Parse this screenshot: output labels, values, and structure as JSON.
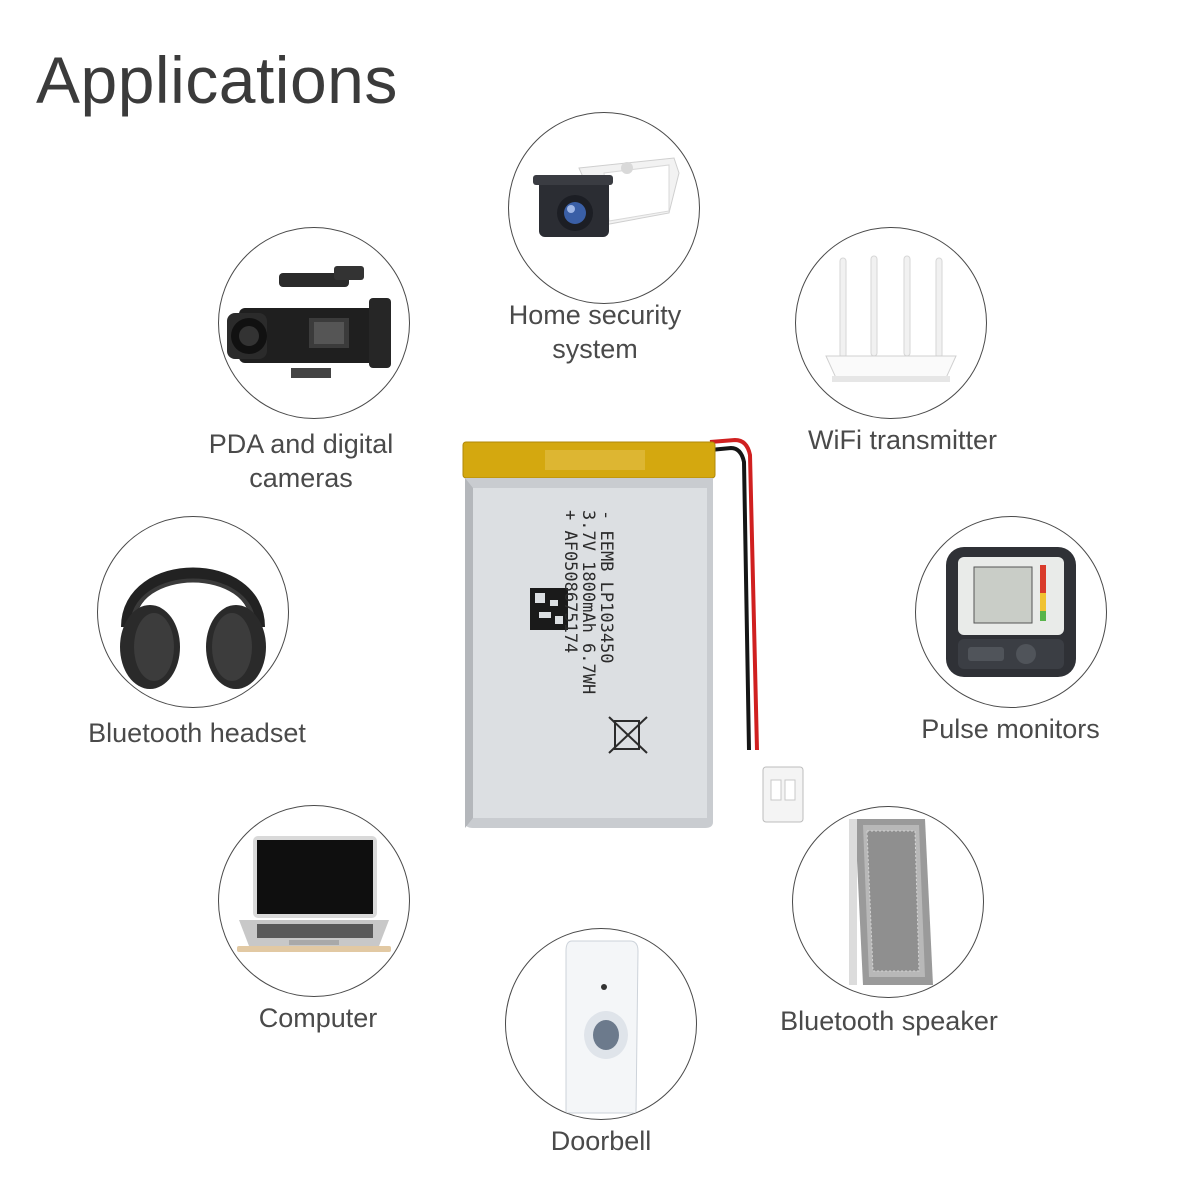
{
  "title": "Applications",
  "applications": [
    {
      "label_line1": "Home security",
      "label_line2": "system",
      "icon": "security-camera-icon"
    },
    {
      "label_line1": "PDA and digital",
      "label_line2": "cameras",
      "icon": "camcorder-icon"
    },
    {
      "label_line1": "WiFi transmitter",
      "label_line2": "",
      "icon": "router-icon"
    },
    {
      "label_line1": "Bluetooth headset",
      "label_line2": "",
      "icon": "headphones-icon"
    },
    {
      "label_line1": "Pulse monitors",
      "label_line2": "",
      "icon": "blood-pressure-monitor-icon"
    },
    {
      "label_line1": "Computer",
      "label_line2": "",
      "icon": "laptop-icon"
    },
    {
      "label_line1": "Bluetooth speaker",
      "label_line2": "",
      "icon": "speaker-icon"
    },
    {
      "label_line1": "Doorbell",
      "label_line2": "",
      "icon": "doorbell-icon"
    }
  ],
  "battery": {
    "line1": "- EEMB LP103450",
    "line2": "3.7V 1800mAh 6.7WH",
    "line3": "+ AF0508675174",
    "icon": "lithium-battery-icon"
  }
}
